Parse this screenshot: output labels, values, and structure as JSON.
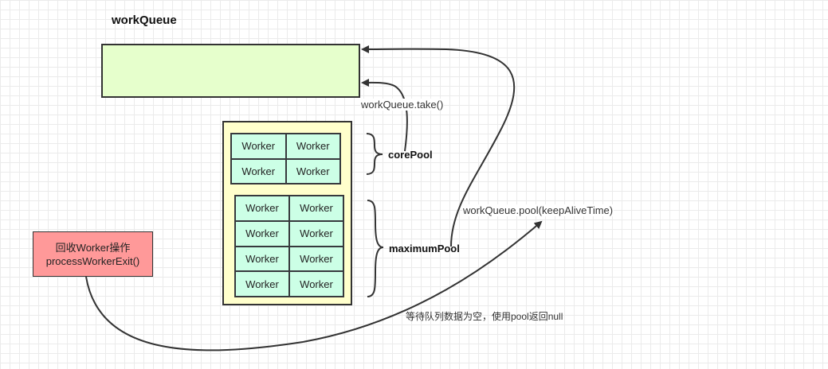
{
  "work_queue": {
    "title": "workQueue"
  },
  "core_pool": {
    "label": "corePool",
    "workers": [
      "Worker",
      "Worker",
      "Worker",
      "Worker"
    ]
  },
  "maximum_pool": {
    "label": "maximumPool",
    "workers": [
      "Worker",
      "Worker",
      "Worker",
      "Worker",
      "Worker",
      "Worker",
      "Worker",
      "Worker"
    ]
  },
  "edges": {
    "take": "workQueue.take()",
    "poll": "workQueue.pool(keepAliveTime)",
    "empty_note": "等待队列数据为空，使用pool返回null"
  },
  "recycle": {
    "line1": "回收Worker操作",
    "line2": "processWorkerExit()"
  },
  "colors": {
    "queue_fill": "#e6ffcc",
    "pool_fill": "#ffffcc",
    "worker_fill": "#ccffe6",
    "recycle_fill": "#ff9999",
    "stroke": "#333333"
  }
}
